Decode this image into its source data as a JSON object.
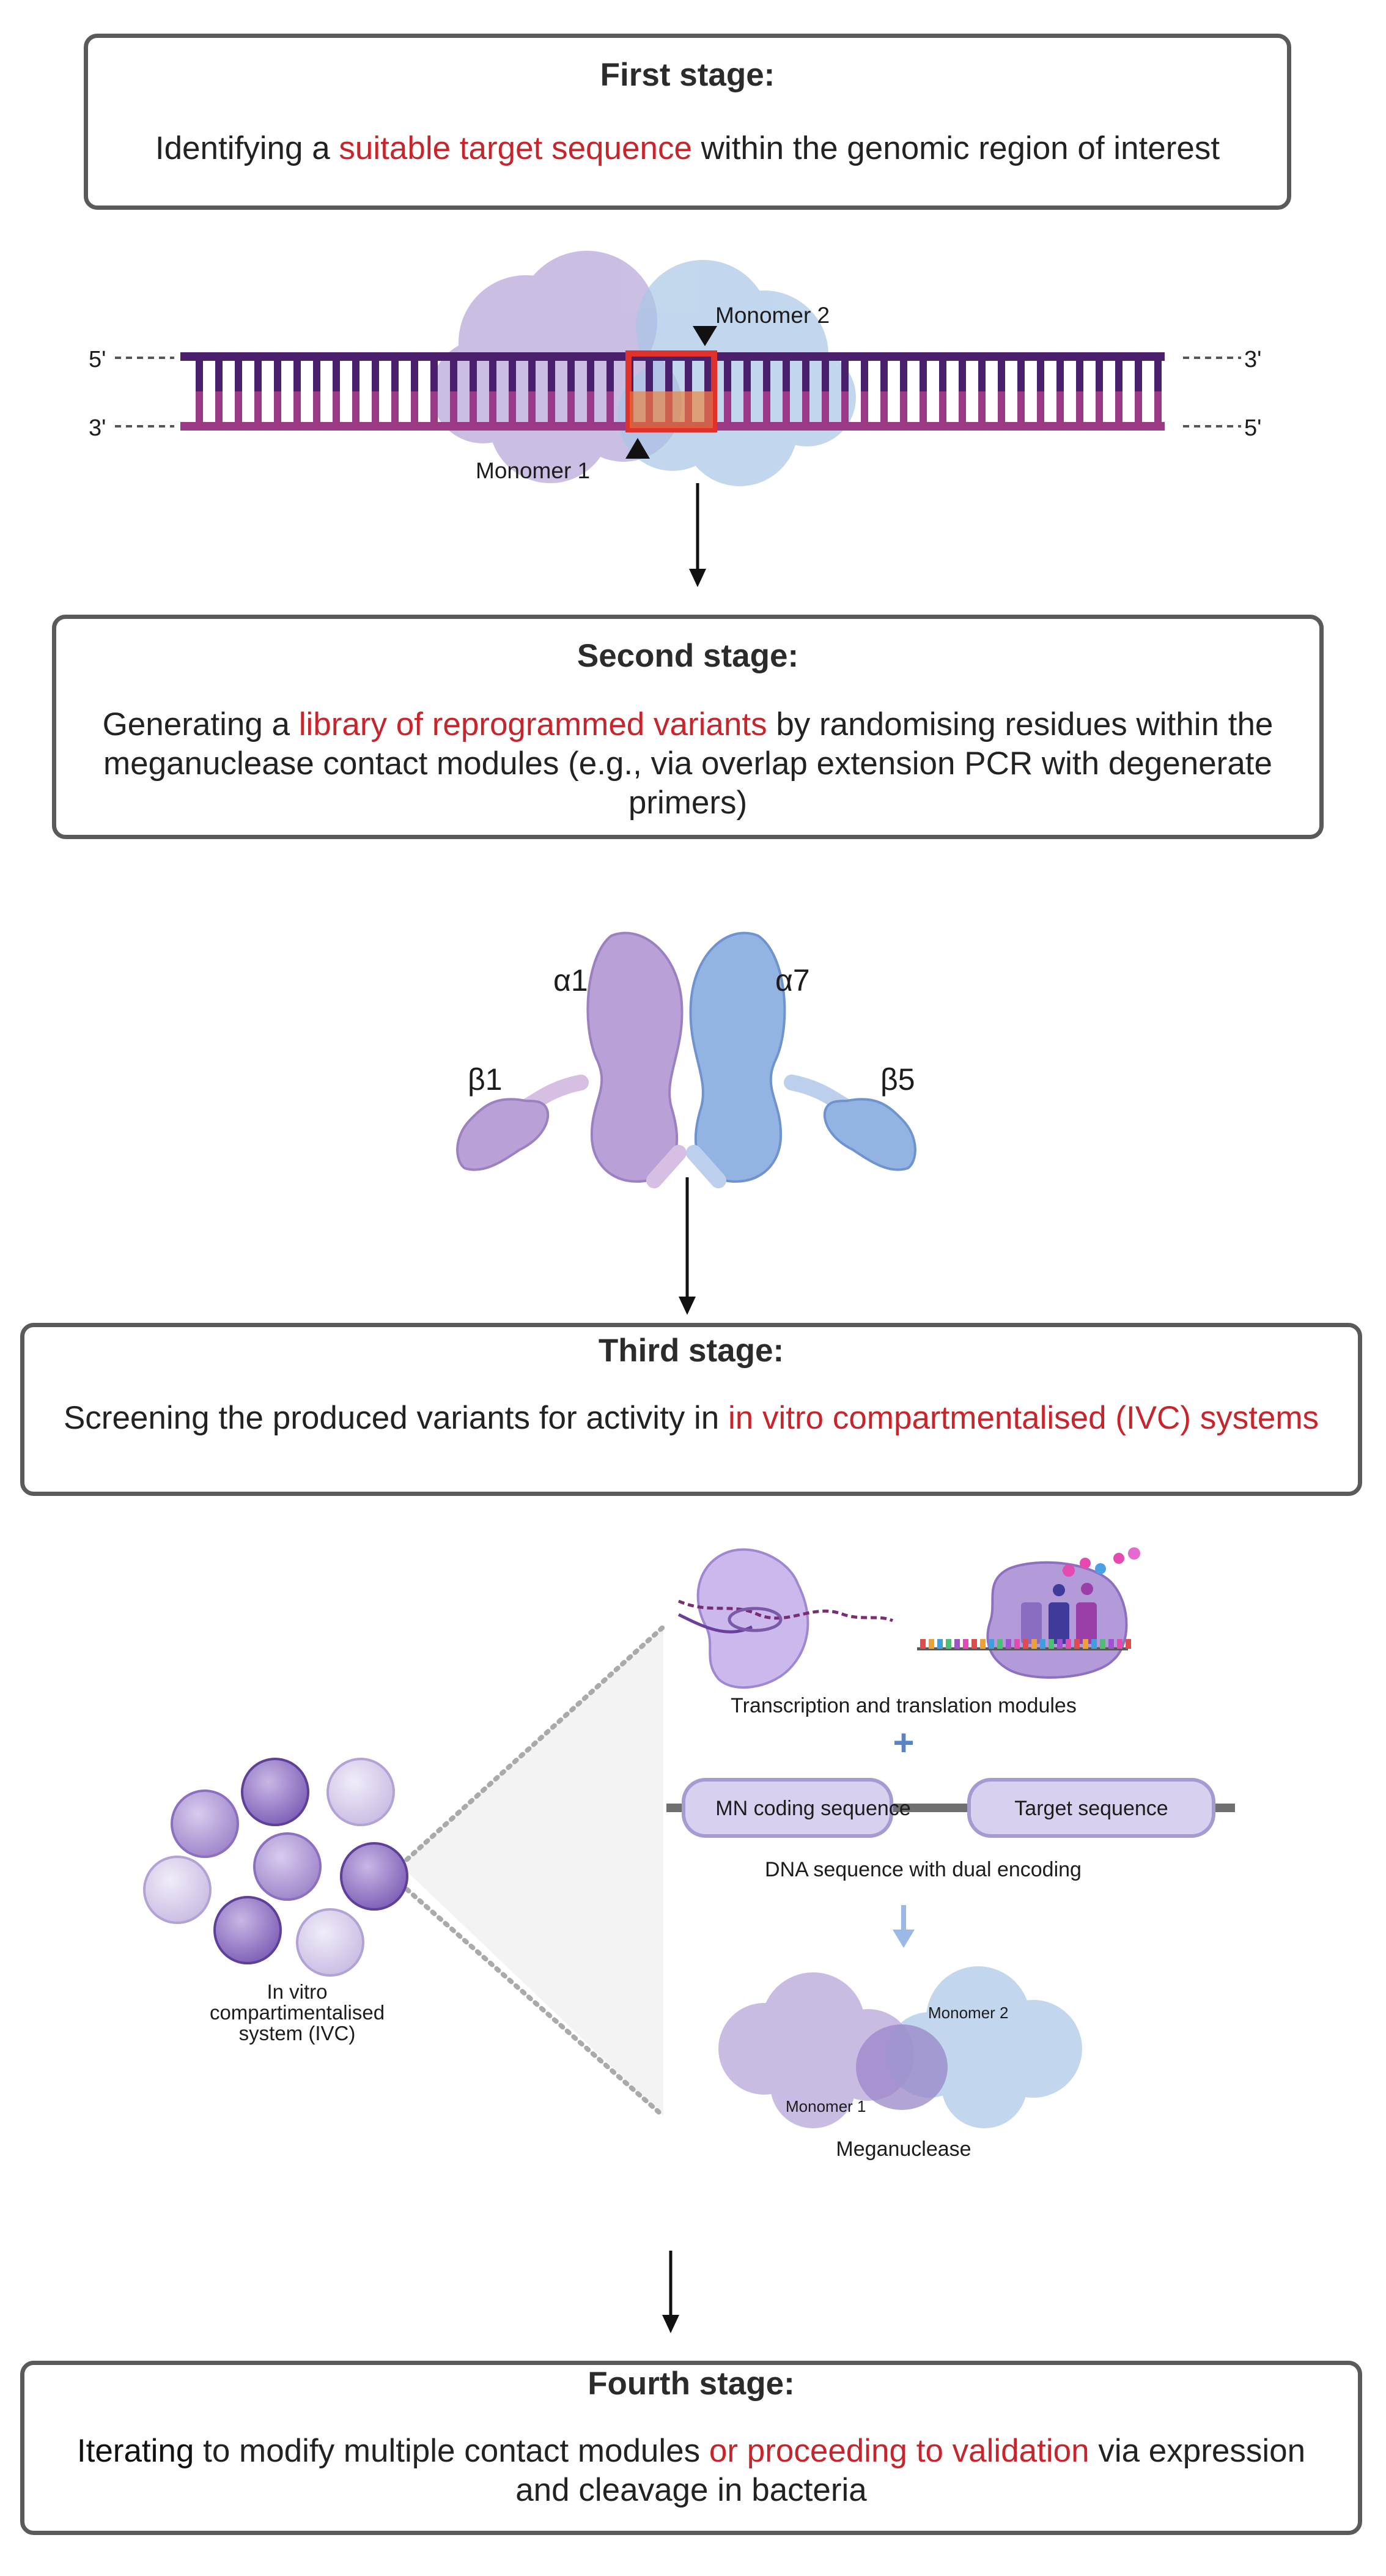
{
  "stage1": {
    "title": "First stage:",
    "text_before": "Identifying a ",
    "highlight": "suitable target sequence",
    "text_after": " within the genomic region of interest"
  },
  "dna": {
    "left_top": "5'",
    "left_bottom": "3'",
    "right_top": "3'",
    "right_bottom": "5'",
    "monomer2": "Monomer 2",
    "monomer1": "Monomer 1"
  },
  "stage2": {
    "title": "Second stage:",
    "text_before": "Generating a ",
    "highlight": "library of reprogrammed variants",
    "text_after": " by randomising residues within the meganuclease contact modules (e.g., via overlap extension PCR with degenerate primers)"
  },
  "structure": {
    "alpha1": "α1",
    "alpha7": "α7",
    "beta1": "β1",
    "beta5": "β5"
  },
  "stage3": {
    "title": "Third stage:",
    "text_before": "Screening the produced variants for activity in ",
    "highlight": "in vitro compartmentalised (IVC) systems"
  },
  "ivc": {
    "label_line1": "In vitro",
    "label_line2": "compartimentalised",
    "label_line3": "system (IVC)",
    "modules_label": "Transcription and translation modules",
    "plus": "+",
    "mn_coding": "MN coding sequence",
    "target_sequence": "Target sequence",
    "dual_encoding": "DNA sequence with dual encoding",
    "monomer2": "Monomer 2",
    "monomer1": "Monomer 1",
    "meganuclease": "Meganuclease"
  },
  "stage4": {
    "title": "Fourth stage:",
    "text_dark": "Iterating",
    "text_mid": " to modify multiple contact modules ",
    "highlight": "or proceeding to validation",
    "text_after": " via expression and cleavage in bacteria"
  },
  "colors": {
    "highlight": "#c8242c",
    "border": "#5a5a5a",
    "dna_top": "#4a1f6b",
    "dna_bottom": "#9a3a86",
    "monomer_purple": "#b8a6d9",
    "monomer_blue": "#a9c6e6",
    "target_box": "#e0322c"
  }
}
